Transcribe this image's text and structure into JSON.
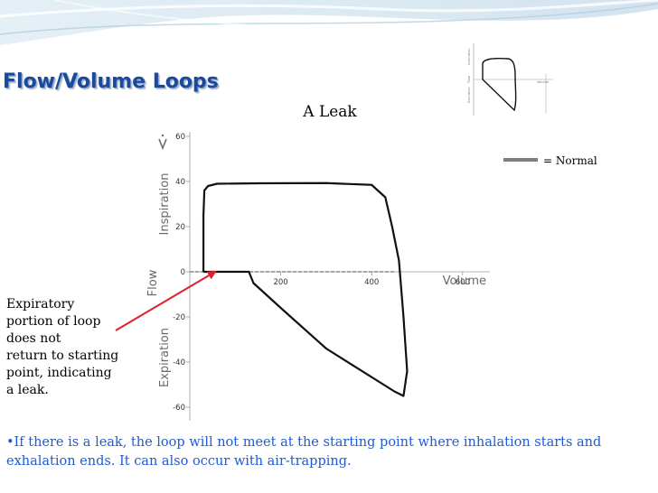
{
  "slide": {
    "title": "Flow/Volume Loops",
    "chart_title": "A Leak",
    "legend_label": "= Normal",
    "side_note_lines": [
      "Expiratory",
      "portion of loop",
      "does not",
      "return to starting",
      "point, indicating",
      "a leak."
    ],
    "bullet_lines": [
      "•If there is a leak, the loop will not meet at the starting point where inhalation starts and",
      "exhalation ends. It can also occur with air-trapping."
    ],
    "colors": {
      "title": "#1b4a9c",
      "bullet_text": "#1e5bd8",
      "arrow": "#e0212b",
      "normal_loop": "#7f7f7f",
      "header_swoosh": "#cfe3ef",
      "axis_words": "#6a6a6a"
    },
    "thumbnail": {
      "icon": "normal-flow-volume-loop-thumbnail",
      "labels": [
        "Inspiration",
        "Flow",
        "Expiration",
        "Volume"
      ]
    }
  },
  "chart_data": {
    "type": "line",
    "title": "A Leak",
    "y_word_icon": "v-dot-symbol",
    "y_labels": [
      "Inspiration",
      "Flow",
      "Expiration"
    ],
    "xlabel": "Volume",
    "xlim": [
      0,
      660
    ],
    "ylim": [
      -66,
      62
    ],
    "x_ticks": [
      200,
      400,
      600
    ],
    "y_ticks": [
      60,
      40,
      20,
      0,
      -20,
      -40,
      -60
    ],
    "grid": false,
    "legend": "top-right",
    "series": [
      {
        "name": "Normal",
        "style": "grey-dashed-normal",
        "x": [
          0,
          250,
          450
        ],
        "y": [
          0,
          0,
          0
        ]
      },
      {
        "name": "",
        "style": "leak-loop",
        "x": [
          30,
          30,
          32,
          40,
          60,
          150,
          300,
          400,
          430,
          445,
          460,
          470,
          478,
          470,
          450,
          300,
          200,
          140,
          130,
          80,
          40,
          30
        ],
        "y": [
          0,
          25,
          36,
          38,
          39,
          39.2,
          39.3,
          38.5,
          33,
          20,
          5,
          -20,
          -44,
          -55,
          -53,
          -34,
          -16,
          -5,
          0,
          0,
          0,
          0
        ]
      }
    ]
  }
}
